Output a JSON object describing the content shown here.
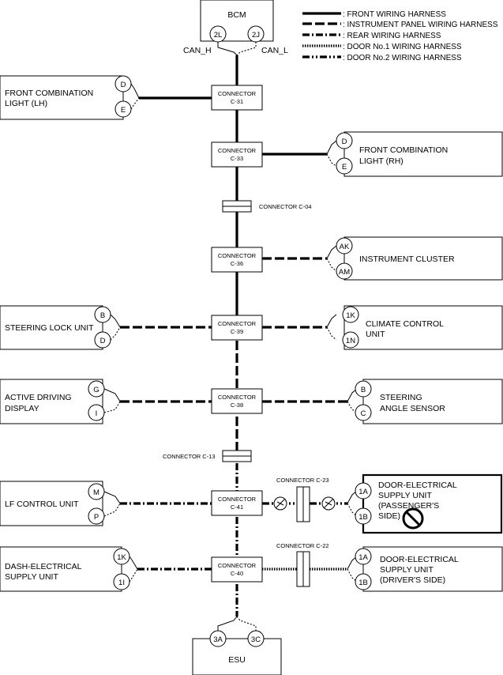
{
  "legend": [
    {
      "key": "front",
      "label": ": FRONT WIRING HARNESS"
    },
    {
      "key": "ip",
      "label": ": INSTRUMENT PANEL WIRING HARNESS"
    },
    {
      "key": "rear",
      "label": ": REAR WIRING HARNESS"
    },
    {
      "key": "door1",
      "label": ": DOOR No.1 WIRING HARNESS"
    },
    {
      "key": "door2",
      "label": ": DOOR No.2 WIRING HARNESS"
    }
  ],
  "bcm": {
    "title": "BCM",
    "pin_left": "2L",
    "pin_right": "2J",
    "can_h": "CAN_H",
    "can_l": "CAN_L"
  },
  "esu": {
    "title": "ESU",
    "pin_left": "3A",
    "pin_right": "3C"
  },
  "connectors": {
    "c31": {
      "line1": "CONNECTOR",
      "line2": "C-31"
    },
    "c33": {
      "line1": "CONNECTOR",
      "line2": "C-33"
    },
    "c04": {
      "label": "CONNECTOR C-04"
    },
    "c36": {
      "line1": "CONNECTOR",
      "line2": "C-36"
    },
    "c39": {
      "line1": "CONNECTOR",
      "line2": "C-39"
    },
    "c38": {
      "line1": "CONNECTOR",
      "line2": "C-38"
    },
    "c13": {
      "label": "CONNECTOR C-13"
    },
    "c41": {
      "line1": "CONNECTOR",
      "line2": "C-41"
    },
    "c23": {
      "label": "CONNECTOR C-23"
    },
    "c40": {
      "line1": "CONNECTOR",
      "line2": "C-40"
    },
    "c22": {
      "label": "CONNECTOR C-22"
    }
  },
  "units": {
    "front_comb_lh": {
      "lines": [
        "FRONT COMBINATION",
        "LIGHT (LH)"
      ],
      "pin_top": "D",
      "pin_bottom": "E"
    },
    "front_comb_rh": {
      "lines": [
        "FRONT COMBINATION",
        "LIGHT (RH)"
      ],
      "pin_top": "D",
      "pin_bottom": "E"
    },
    "instrument_cluster": {
      "lines": [
        "INSTRUMENT CLUSTER"
      ],
      "pin_top": "AK",
      "pin_bottom": "AM"
    },
    "steering_lock": {
      "lines": [
        "STEERING LOCK UNIT"
      ],
      "pin_top": "B",
      "pin_bottom": "D"
    },
    "climate_control": {
      "lines": [
        "CLIMATE CONTROL",
        "UNIT"
      ],
      "pin_top": "1K",
      "pin_bottom": "1N"
    },
    "active_driving": {
      "lines": [
        "ACTIVE DRIVING",
        "DISPLAY"
      ],
      "pin_top": "G",
      "pin_bottom": "I"
    },
    "steering_angle": {
      "lines": [
        "STEERING",
        "ANGLE SENSOR"
      ],
      "pin_top": "B",
      "pin_bottom": "C"
    },
    "lf_control": {
      "lines": [
        "LF CONTROL UNIT"
      ],
      "pin_top": "M",
      "pin_bottom": "P"
    },
    "door_passenger": {
      "lines": [
        "DOOR-ELECTRICAL",
        "SUPPLY UNIT",
        "(PASSENGER'S",
        "SIDE)"
      ],
      "pin_top": "1A",
      "pin_bottom": "1B"
    },
    "dash_supply": {
      "lines": [
        "DASH-ELECTRICAL",
        "SUPPLY UNIT"
      ],
      "pin_top": "1K",
      "pin_bottom": "1I"
    },
    "door_driver": {
      "lines": [
        "DOOR-ELECTRICAL",
        "SUPPLY UNIT",
        "(DRIVER'S SIDE)"
      ],
      "pin_top": "1A",
      "pin_bottom": "1B"
    }
  }
}
